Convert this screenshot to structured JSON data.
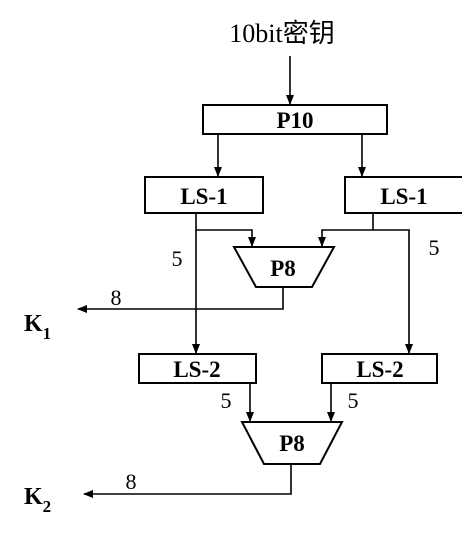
{
  "input_label": "10bit密钥",
  "blocks": {
    "p10": "P10",
    "ls1_left": "LS-1",
    "ls1_right": "LS-1",
    "p8_top": "P8",
    "ls2_left": "LS-2",
    "ls2_right": "LS-2",
    "p8_bottom": "P8"
  },
  "widths": {
    "ls1_left_out": "5",
    "ls1_right_out": "5",
    "k1_out": "8",
    "ls2_left_out": "5",
    "ls2_right_out": "5",
    "k2_out": "8"
  },
  "outputs": {
    "k1": {
      "base": "K",
      "sub": "1"
    },
    "k2": {
      "base": "K",
      "sub": "2"
    }
  },
  "colors": {
    "line": "#000000",
    "background": "#ffffff"
  }
}
